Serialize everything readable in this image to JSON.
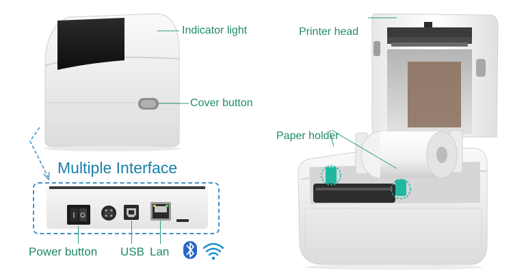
{
  "labels": {
    "indicator_light": "Indicator light",
    "cover_button": "Cover button",
    "multiple_interface": "Multiple Interface",
    "power_button": "Power button",
    "usb": "USB",
    "lan": "Lan",
    "printer_head": "Printer head",
    "paper_holder": "Paper holder"
  },
  "icons": {
    "bluetooth": "bluetooth-icon",
    "wifi": "wifi-icon"
  },
  "colors": {
    "label_green": "#1f8a6a",
    "title_blue": "#1a7fa8",
    "dash_blue": "#3f8fc4",
    "holder_teal": "#1fb8a0"
  }
}
